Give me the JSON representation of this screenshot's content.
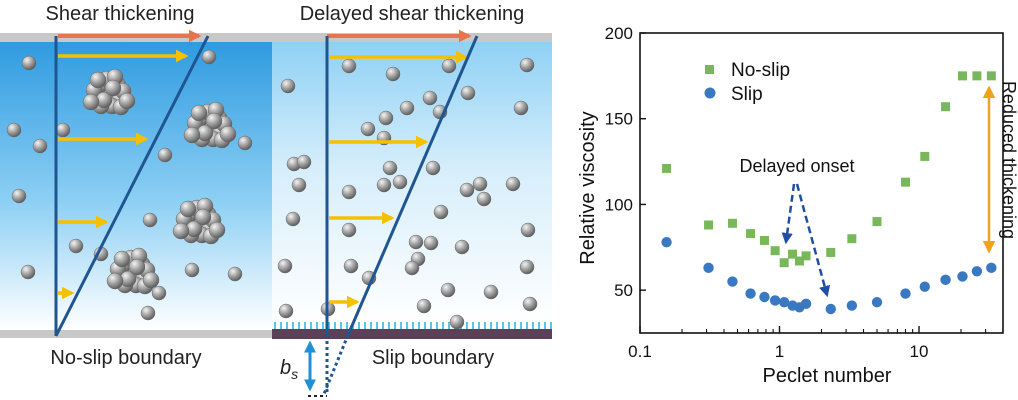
{
  "left_panel": {
    "title": "Shear thickening",
    "boundary_label": "No-slip boundary"
  },
  "middle_panel": {
    "title": "Delayed shear thickening",
    "boundary_label": "Slip boundary",
    "slip_length_symbol": "b",
    "slip_length_subscript": "s"
  },
  "colors": {
    "no_slip": "#79b85a",
    "slip": "#3b78c2",
    "wall_arrow": "#e8734f",
    "velocity_arrow": "#f5c000",
    "profile_line": "#1f5591",
    "reduced_arrow": "#f0a21a",
    "onset_arrow": "#1f4ea3",
    "wall": "#c8c8c8",
    "slip_wall": "#5a4158",
    "slip_hatch": "#2fb6e8"
  },
  "chart_data": {
    "type": "scatter",
    "xlabel": "Peclet number",
    "ylabel": "Relative viscosity",
    "xscale": "log",
    "xlim": [
      0.1,
      40
    ],
    "ylim": [
      25,
      200
    ],
    "xticks": [
      0.1,
      1,
      10
    ],
    "xtick_labels": [
      "0.1",
      "1",
      "10"
    ],
    "yticks": [
      50,
      100,
      150,
      200
    ],
    "ytick_labels": [
      "50",
      "100",
      "150",
      "200"
    ],
    "grid": false,
    "legend_position": "top-left",
    "series": [
      {
        "name": "No-slip",
        "marker": "square",
        "color": "#79b85a",
        "x": [
          0.155,
          0.31,
          0.46,
          0.62,
          0.78,
          0.93,
          1.08,
          1.24,
          1.39,
          1.55,
          2.33,
          3.3,
          5.0,
          8.0,
          11.0,
          15.5,
          20.5,
          26.0,
          33.0
        ],
        "y": [
          121,
          88,
          89,
          83,
          79,
          73,
          66,
          71,
          67,
          70,
          72,
          80,
          90,
          113,
          128,
          157,
          175,
          175,
          175
        ]
      },
      {
        "name": "Slip",
        "marker": "circle",
        "color": "#3b78c2",
        "x": [
          0.155,
          0.31,
          0.46,
          0.62,
          0.78,
          0.93,
          1.08,
          1.24,
          1.39,
          1.55,
          2.33,
          3.3,
          5.0,
          8.0,
          11.0,
          15.5,
          20.5,
          26.0,
          33.0
        ],
        "y": [
          78,
          63,
          55,
          48,
          46,
          44,
          43,
          41,
          40,
          42,
          39,
          41,
          43,
          48,
          52,
          56,
          58,
          61,
          63
        ]
      }
    ],
    "annotations": [
      {
        "id": "delayed_onset",
        "text": "Delayed onset",
        "targets": [
          [
            1.08,
            66
          ],
          [
            2.33,
            39
          ]
        ]
      },
      {
        "id": "reduced_thickening",
        "text": "Reduced thickening",
        "x": 33,
        "y_range": [
          63,
          175
        ]
      }
    ]
  }
}
